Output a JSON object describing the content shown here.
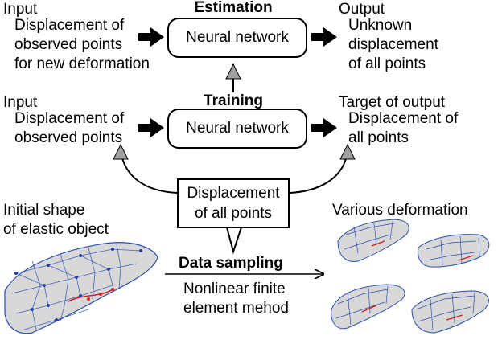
{
  "estimation": {
    "title": "Estimation",
    "input_label": "Input",
    "input_text": [
      "Displacement of",
      "observed points",
      "for new deformation"
    ],
    "network": "Neural network",
    "output_label": "Output",
    "output_text": [
      "Unknown",
      "displacement",
      "of all points"
    ]
  },
  "training": {
    "title": "Training",
    "input_label": "Input",
    "input_text": [
      "Displacement of",
      "observed points"
    ],
    "network": "Neural network",
    "output_label": "Target of output",
    "output_text": [
      "Displacement of",
      "all points"
    ]
  },
  "callout": [
    "Displacement",
    "of all points"
  ],
  "initial": [
    "Initial shape",
    "of elastic object"
  ],
  "various": "Various deformation",
  "sampling": {
    "title": "Data sampling",
    "method": [
      "Nonlinear finite",
      "element mehod"
    ]
  },
  "colors": {
    "mesh_fill": "#d8d8d8",
    "mesh_line": "#2a4fb0",
    "node": "#1f3fa8",
    "marked": "#d02020",
    "gray_arrow": "#9a9a9a"
  }
}
